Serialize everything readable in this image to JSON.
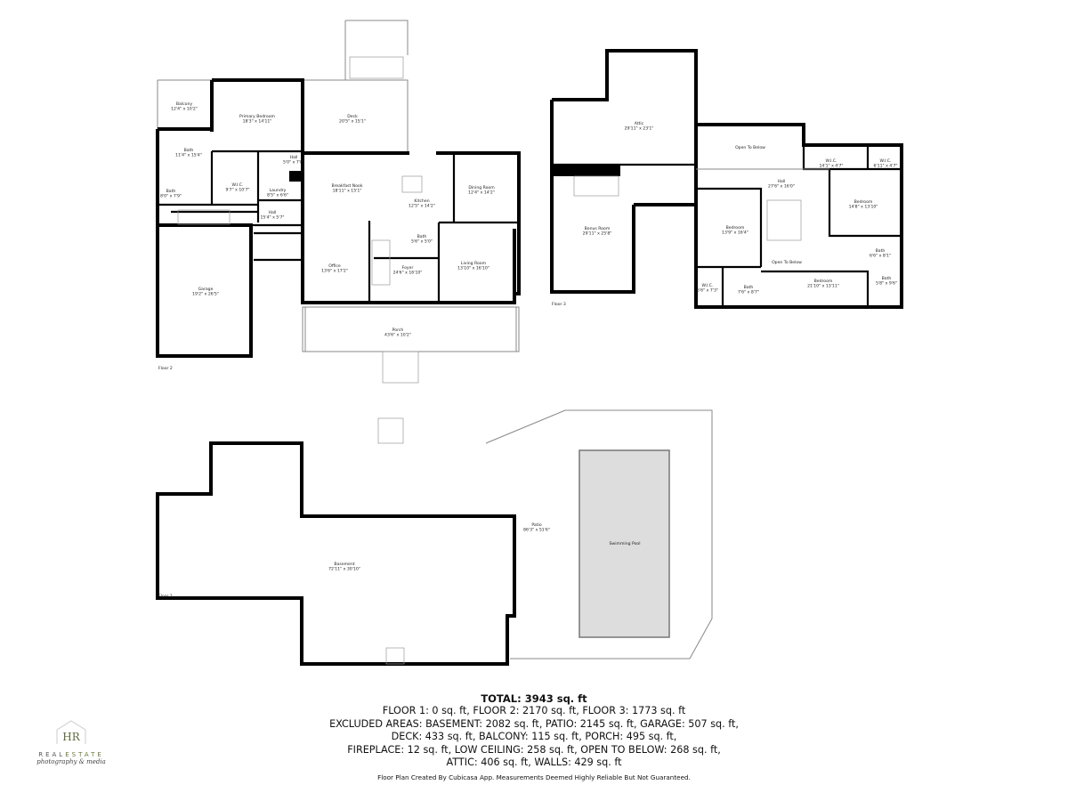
{
  "floors": {
    "floor2": {
      "label": "Floor 2",
      "rooms": [
        {
          "name": "Balcony",
          "size": "12'4\" x 10'2\""
        },
        {
          "name": "Primary Bedroom",
          "size": "18'3\" x 14'11\""
        },
        {
          "name": "Deck",
          "size": "20'5\" x 15'1\""
        },
        {
          "name": "Bath",
          "size": "11'4\" x 15'4\""
        },
        {
          "name": "Hall",
          "size": "5'0\" x 7'8\""
        },
        {
          "name": "W.I.C.",
          "size": "9'7\" x 10'7\""
        },
        {
          "name": "Breakfast Nook",
          "size": "18'11\" x 15'1\""
        },
        {
          "name": "Laundry",
          "size": "8'5\" x 6'6\""
        },
        {
          "name": "Kitchen",
          "size": "12'5\" x 14'2\""
        },
        {
          "name": "Dining Room",
          "size": "12'4\" x 14'2\""
        },
        {
          "name": "Bath",
          "size": "8'0\" x 7'9\""
        },
        {
          "name": "Hall",
          "size": "15'4\" x 5'7\""
        },
        {
          "name": "Bath",
          "size": "5'6\" x 5'0\""
        },
        {
          "name": "Office",
          "size": "13'6\" x 17'2\""
        },
        {
          "name": "Foyer",
          "size": "24'6\" x 16'10\""
        },
        {
          "name": "Living Room",
          "size": "13'10\" x 16'10\""
        },
        {
          "name": "Garage",
          "size": "19'2\" x 26'5\""
        },
        {
          "name": "Porch",
          "size": "43'6\" x 10'2\""
        }
      ]
    },
    "floor3": {
      "label": "Floor 3",
      "rooms": [
        {
          "name": "Attic",
          "size": "29'11\" x 23'1\""
        },
        {
          "name": "Open To Below",
          "size": ""
        },
        {
          "name": "W.I.C.",
          "size": "14'1\" x 4'7\""
        },
        {
          "name": "W.I.C.",
          "size": "6'11\" x 4'7\""
        },
        {
          "name": "Hall",
          "size": "27'6\" x 16'0\""
        },
        {
          "name": "Bedroom",
          "size": "14'8\" x 13'10\""
        },
        {
          "name": "Bonus Room",
          "size": "29'11\" x 25'8\""
        },
        {
          "name": "Bedroom",
          "size": "13'9\" x 16'4\""
        },
        {
          "name": "Bath",
          "size": "6'6\" x 8'1\""
        },
        {
          "name": "Open To Below",
          "size": ""
        },
        {
          "name": "Bath",
          "size": "5'8\" x 9'6\""
        },
        {
          "name": "Bedroom",
          "size": "21'10\" x 13'11\""
        },
        {
          "name": "W.I.C.",
          "size": "5'6\" x 7'3\""
        },
        {
          "name": "Bath",
          "size": "7'6\" x 8'7\""
        }
      ]
    },
    "floor1": {
      "label": "Floor 1",
      "rooms": [
        {
          "name": "Basement",
          "size": "72'11\" x 30'10\""
        },
        {
          "name": "Patio",
          "size": "86'3\" x 51'6\""
        },
        {
          "name": "Swimming Pool",
          "size": ""
        }
      ]
    }
  },
  "summary": {
    "total": "TOTAL: 3943 sq. ft",
    "lines": [
      "FLOOR 1: 0 sq. ft, FLOOR 2: 2170 sq. ft, FLOOR 3: 1773 sq. ft",
      "EXCLUDED AREAS: BASEMENT: 2082 sq. ft, PATIO: 2145 sq. ft, GARAGE: 507 sq. ft,",
      "DECK: 433 sq. ft, BALCONY: 115 sq. ft, PORCH: 495 sq. ft,",
      "FIREPLACE: 12 sq. ft, LOW CEILING: 258 sq. ft, OPEN TO BELOW: 268 sq. ft,",
      "ATTIC: 406 sq. ft, WALLS: 429 sq. ft"
    ],
    "credit": "Floor Plan Created By Cubicasa App. Measurements Deemed Highly Reliable But Not Guaranteed."
  },
  "logo": {
    "mark": "HR",
    "line1a": "REAL",
    "line1b": "ESTATE",
    "line2": "photography & media"
  },
  "colors": {
    "wall": "#000000",
    "pool": "#dddddd",
    "logo": "#5d6b3c"
  }
}
